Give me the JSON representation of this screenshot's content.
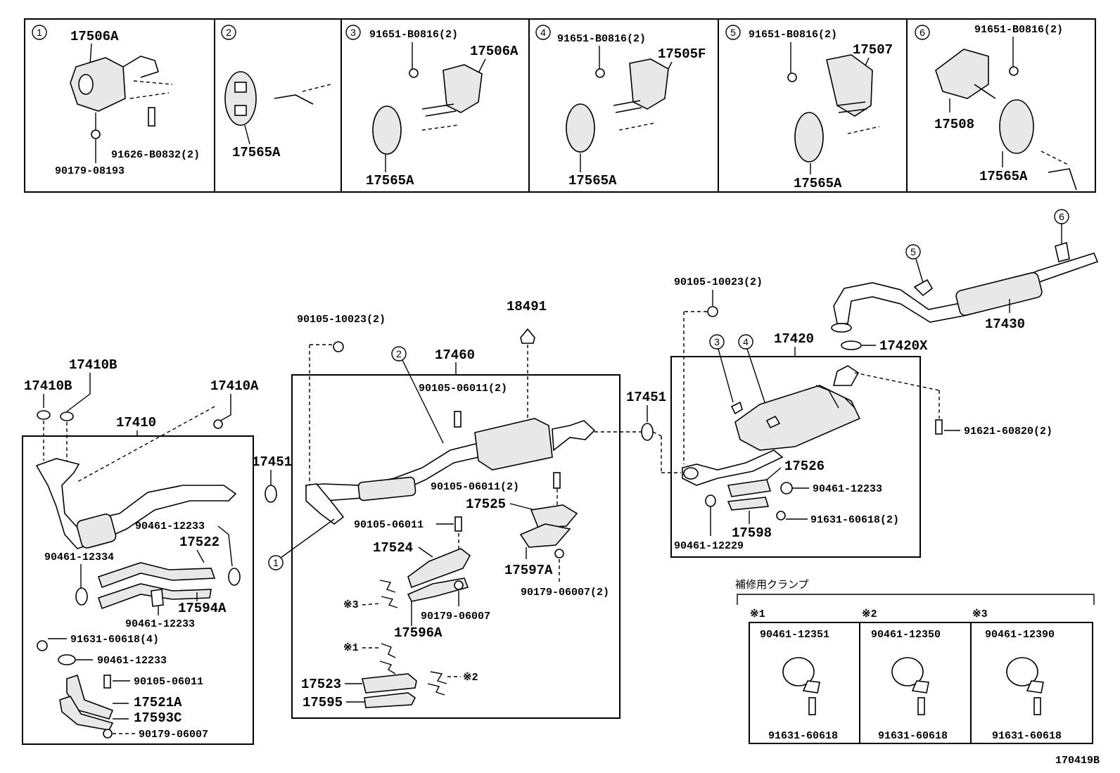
{
  "insets": [
    {
      "id": "1",
      "labels": [
        "17506A",
        "91626-B0832(2)",
        "90179-08193"
      ]
    },
    {
      "id": "2",
      "labels": [
        "17565A"
      ]
    },
    {
      "id": "3",
      "labels": [
        "91651-B0816(2)",
        "17506A",
        "17565A"
      ]
    },
    {
      "id": "4",
      "labels": [
        "91651-B0816(2)",
        "17505F",
        "17565A"
      ]
    },
    {
      "id": "5",
      "labels": [
        "91651-B0816(2)",
        "17507",
        "17565A"
      ]
    },
    {
      "id": "6",
      "labels": [
        "91651-B0816(2)",
        "17508",
        "17565A"
      ]
    }
  ],
  "front_pipe": {
    "assembly": "17410",
    "labels": [
      "17410B",
      "17410B",
      "17410A",
      "90461-12233",
      "90461-12334",
      "17522",
      "17594A",
      "90461-12233",
      "91631-60618(4)",
      "90461-12233",
      "90105-06011",
      "17521A",
      "17593C",
      "90179-06007"
    ]
  },
  "gasket_left": "17451",
  "center_pipe": {
    "assembly": "17460",
    "labels": [
      "90105-10023(2)",
      "18491",
      "90105-06011(2)",
      "90105-06011(2)",
      "17525",
      "90105-06011",
      "17524",
      "17597A",
      "90179-06007(2)",
      "※3",
      "90179-06007",
      "17596A",
      "※1",
      "17523",
      "※2",
      "17595"
    ]
  },
  "gasket_mid": "17451",
  "muffler": {
    "assembly": "17420",
    "labels": [
      "90105-10023(2)",
      "17420X",
      "91621-60820(2)",
      "17526",
      "90461-12233",
      "91631-60618(2)",
      "17598",
      "90461-12229"
    ]
  },
  "tail_pipe": {
    "label": "17430"
  },
  "repair_clamps": {
    "title": "補修用クランプ",
    "items": [
      {
        "mark": "※1",
        "clamp": "90461-12351",
        "bolt": "91631-60618"
      },
      {
        "mark": "※2",
        "clamp": "90461-12350",
        "bolt": "91631-60618"
      },
      {
        "mark": "※3",
        "clamp": "90461-12390",
        "bolt": "91631-60618"
      }
    ]
  },
  "callouts": [
    "1",
    "2",
    "3",
    "4",
    "5",
    "6"
  ],
  "figure_id": "170419B"
}
